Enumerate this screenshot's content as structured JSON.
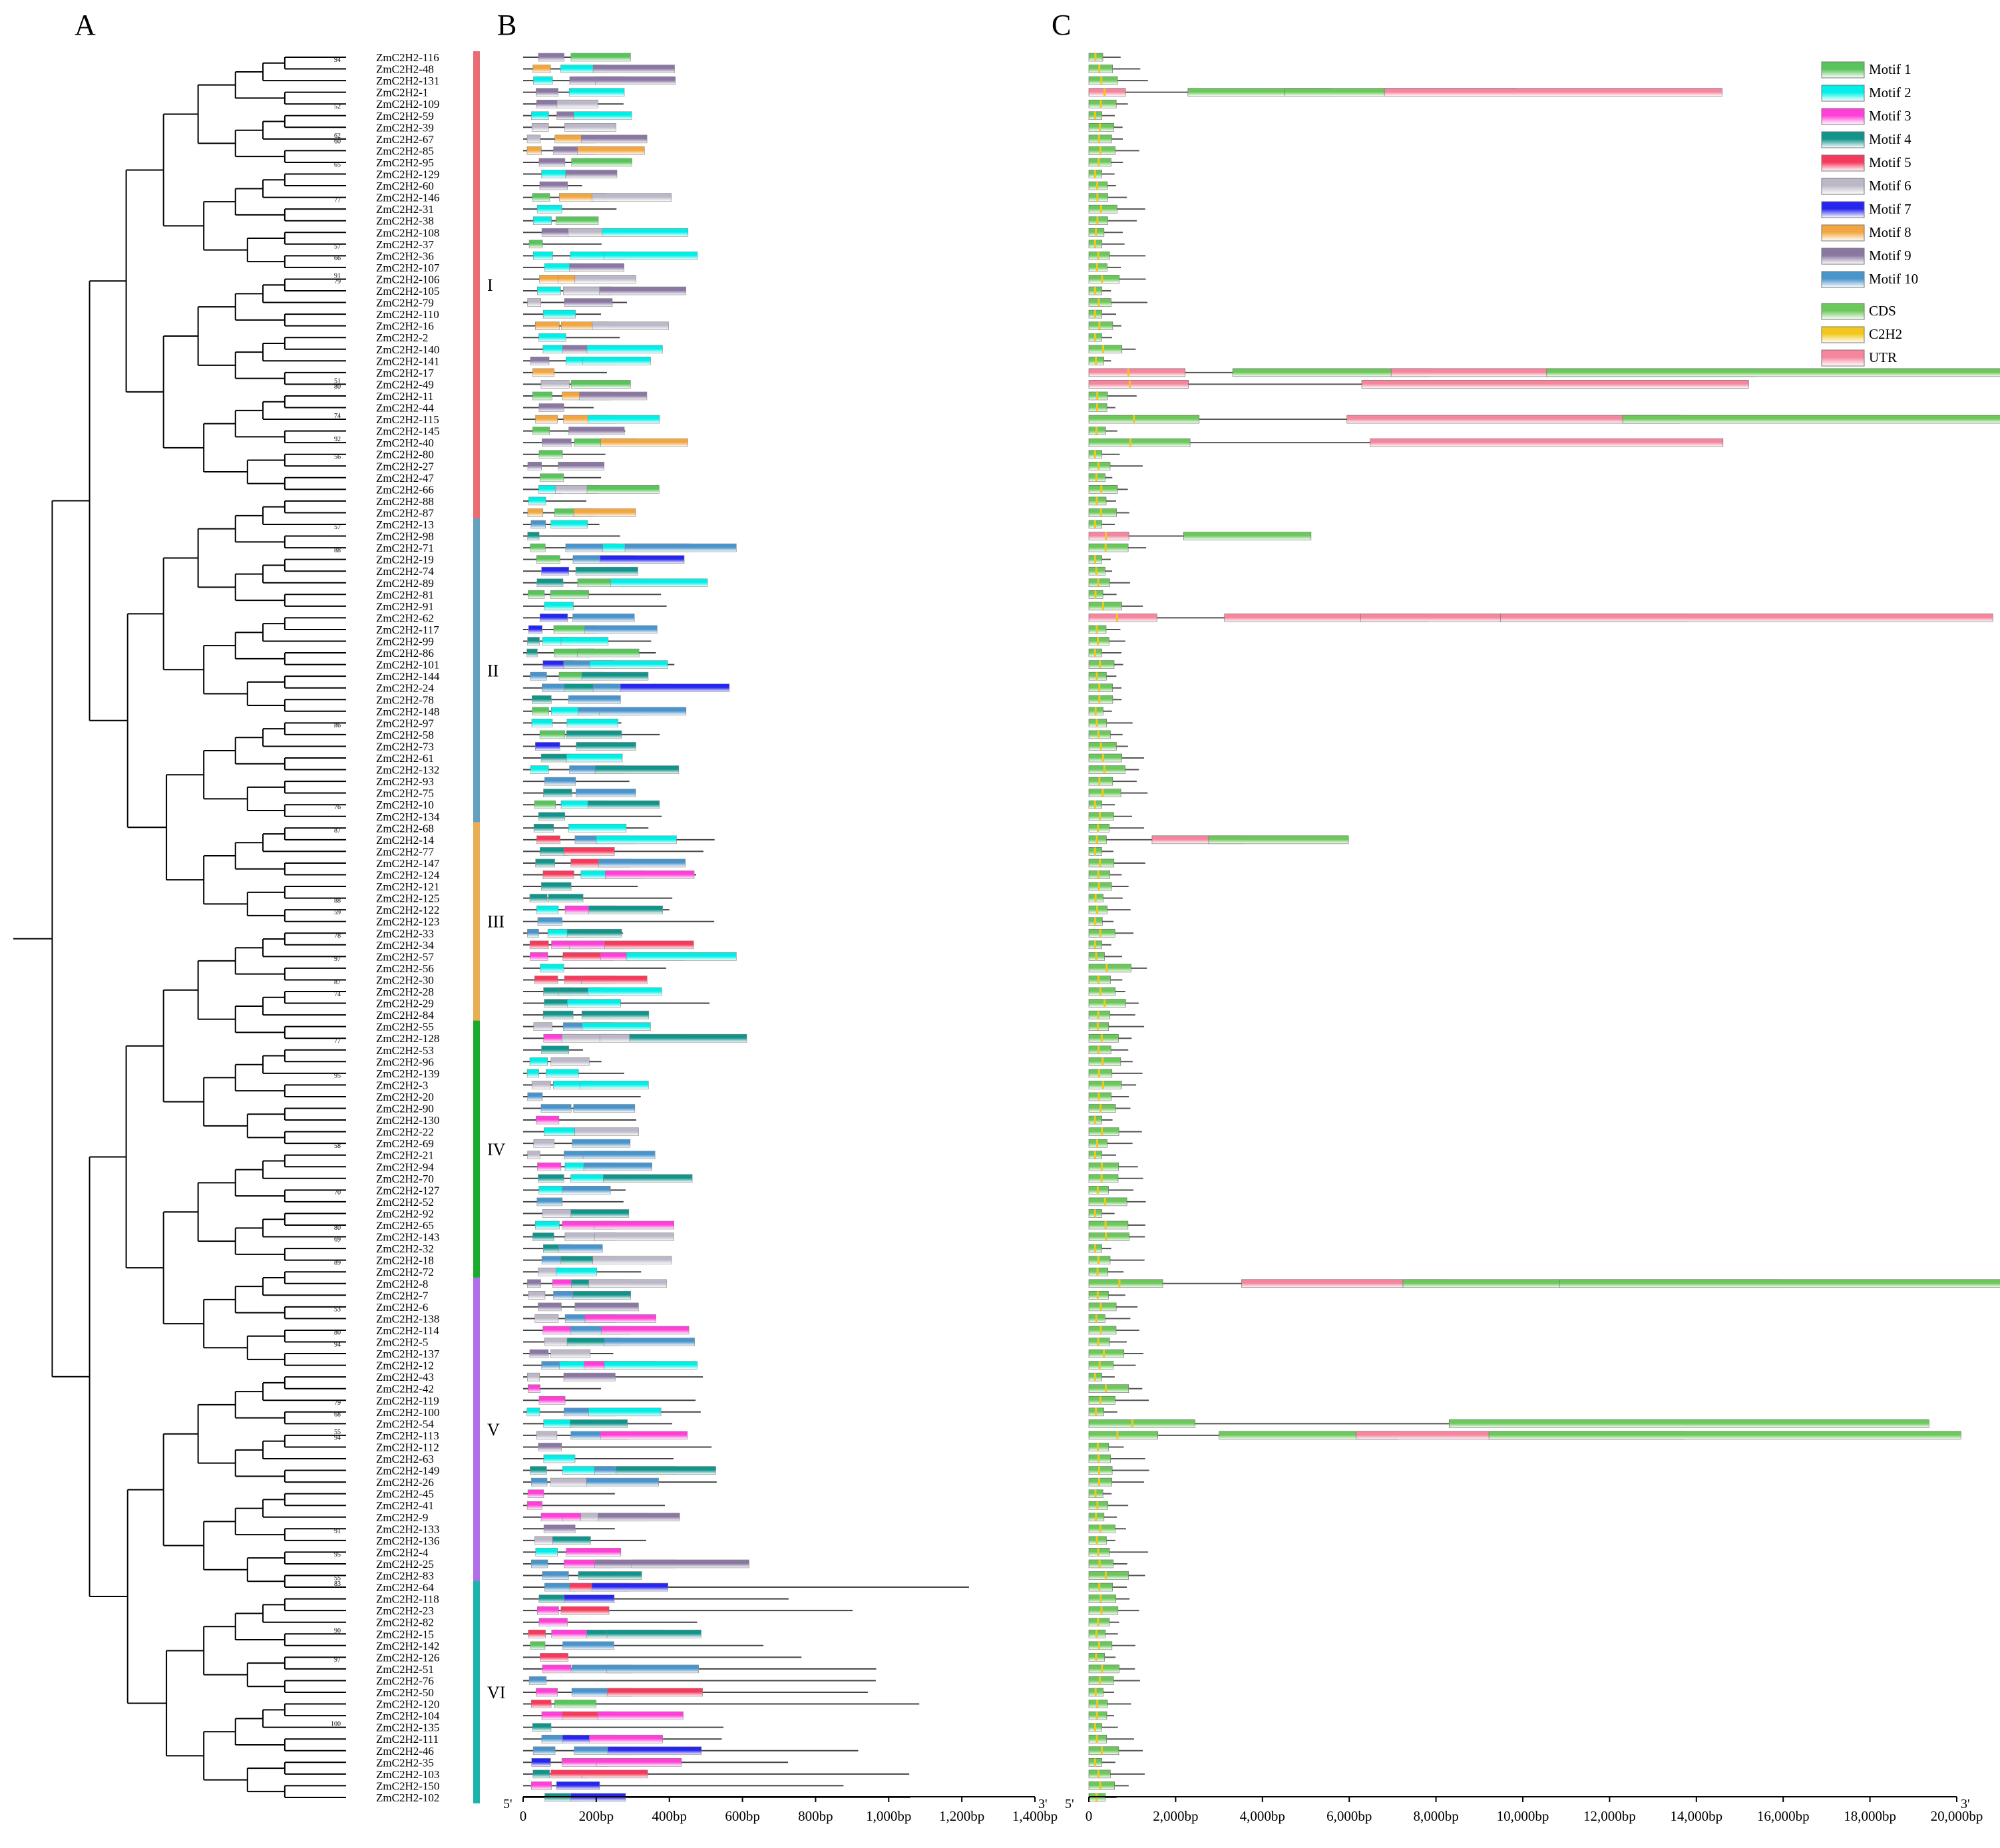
{
  "panels": [
    "A",
    "B",
    "C"
  ],
  "genes": [
    "ZmC2H2-116",
    "ZmC2H2-48",
    "ZmC2H2-131",
    "ZmC2H2-1",
    "ZmC2H2-109",
    "ZmC2H2-59",
    "ZmC2H2-39",
    "ZmC2H2-67",
    "ZmC2H2-85",
    "ZmC2H2-95",
    "ZmC2H2-129",
    "ZmC2H2-60",
    "ZmC2H2-146",
    "ZmC2H2-31",
    "ZmC2H2-38",
    "ZmC2H2-108",
    "ZmC2H2-37",
    "ZmC2H2-36",
    "ZmC2H2-107",
    "ZmC2H2-106",
    "ZmC2H2-105",
    "ZmC2H2-79",
    "ZmC2H2-110",
    "ZmC2H2-16",
    "ZmC2H2-2",
    "ZmC2H2-140",
    "ZmC2H2-141",
    "ZmC2H2-17",
    "ZmC2H2-49",
    "ZmC2H2-11",
    "ZmC2H2-44",
    "ZmC2H2-115",
    "ZmC2H2-145",
    "ZmC2H2-40",
    "ZmC2H2-80",
    "ZmC2H2-27",
    "ZmC2H2-47",
    "ZmC2H2-66",
    "ZmC2H2-88",
    "ZmC2H2-87",
    "ZmC2H2-13",
    "ZmC2H2-98",
    "ZmC2H2-71",
    "ZmC2H2-19",
    "ZmC2H2-74",
    "ZmC2H2-89",
    "ZmC2H2-81",
    "ZmC2H2-91",
    "ZmC2H2-62",
    "ZmC2H2-117",
    "ZmC2H2-99",
    "ZmC2H2-86",
    "ZmC2H2-101",
    "ZmC2H2-144",
    "ZmC2H2-24",
    "ZmC2H2-78",
    "ZmC2H2-148",
    "ZmC2H2-97",
    "ZmC2H2-58",
    "ZmC2H2-73",
    "ZmC2H2-61",
    "ZmC2H2-132",
    "ZmC2H2-93",
    "ZmC2H2-75",
    "ZmC2H2-10",
    "ZmC2H2-134",
    "ZmC2H2-68",
    "ZmC2H2-14",
    "ZmC2H2-77",
    "ZmC2H2-147",
    "ZmC2H2-124",
    "ZmC2H2-121",
    "ZmC2H2-125",
    "ZmC2H2-122",
    "ZmC2H2-123",
    "ZmC2H2-33",
    "ZmC2H2-34",
    "ZmC2H2-57",
    "ZmC2H2-56",
    "ZmC2H2-30",
    "ZmC2H2-28",
    "ZmC2H2-29",
    "ZmC2H2-84",
    "ZmC2H2-55",
    "ZmC2H2-128",
    "ZmC2H2-53",
    "ZmC2H2-96",
    "ZmC2H2-139",
    "ZmC2H2-3",
    "ZmC2H2-20",
    "ZmC2H2-90",
    "ZmC2H2-130",
    "ZmC2H2-22",
    "ZmC2H2-69",
    "ZmC2H2-21",
    "ZmC2H2-94",
    "ZmC2H2-70",
    "ZmC2H2-127",
    "ZmC2H2-52",
    "ZmC2H2-92",
    "ZmC2H2-65",
    "ZmC2H2-143",
    "ZmC2H2-32",
    "ZmC2H2-18",
    "ZmC2H2-72",
    "ZmC2H2-8",
    "ZmC2H2-7",
    "ZmC2H2-6",
    "ZmC2H2-138",
    "ZmC2H2-114",
    "ZmC2H2-5",
    "ZmC2H2-137",
    "ZmC2H2-12",
    "ZmC2H2-43",
    "ZmC2H2-42",
    "ZmC2H2-119",
    "ZmC2H2-100",
    "ZmC2H2-54",
    "ZmC2H2-113",
    "ZmC2H2-112",
    "ZmC2H2-63",
    "ZmC2H2-149",
    "ZmC2H2-26",
    "ZmC2H2-45",
    "ZmC2H2-41",
    "ZmC2H2-9",
    "ZmC2H2-133",
    "ZmC2H2-136",
    "ZmC2H2-4",
    "ZmC2H2-25",
    "ZmC2H2-83",
    "ZmC2H2-64",
    "ZmC2H2-118",
    "ZmC2H2-23",
    "ZmC2H2-82",
    "ZmC2H2-15",
    "ZmC2H2-142",
    "ZmC2H2-126",
    "ZmC2H2-51",
    "ZmC2H2-76",
    "ZmC2H2-50",
    "ZmC2H2-120",
    "ZmC2H2-104",
    "ZmC2H2-135",
    "ZmC2H2-111",
    "ZmC2H2-46",
    "ZmC2H2-35",
    "ZmC2H2-103",
    "ZmC2H2-150",
    "ZmC2H2-102"
  ],
  "bootstraps": [
    {
      "value": "94",
      "row": 0.5
    },
    {
      "value": "52",
      "row": 4.5
    },
    {
      "value": "62",
      "row": 7
    },
    {
      "value": "60",
      "row": 7.5
    },
    {
      "value": "65",
      "row": 9.5
    },
    {
      "value": "77",
      "row": 12.5
    },
    {
      "value": "57",
      "row": 16.5
    },
    {
      "value": "66",
      "row": 17.5
    },
    {
      "value": "91",
      "row": 19
    },
    {
      "value": "79",
      "row": 19.5
    },
    {
      "value": "51",
      "row": 28
    },
    {
      "value": "80",
      "row": 28.5
    },
    {
      "value": "74",
      "row": 31
    },
    {
      "value": "92",
      "row": 33
    },
    {
      "value": "56",
      "row": 34.5
    },
    {
      "value": "57",
      "row": 40.5
    },
    {
      "value": "88",
      "row": 42.5
    },
    {
      "value": "86",
      "row": 57.5
    },
    {
      "value": "76",
      "row": 64.5
    },
    {
      "value": "87",
      "row": 66.5
    },
    {
      "value": "88",
      "row": 72.5
    },
    {
      "value": "59",
      "row": 73.5
    },
    {
      "value": "78",
      "row": 75.5
    },
    {
      "value": "97",
      "row": 77.5
    },
    {
      "value": "87",
      "row": 79.5
    },
    {
      "value": "74",
      "row": 80.5
    },
    {
      "value": "77",
      "row": 84.5
    },
    {
      "value": "95",
      "row": 87.5
    },
    {
      "value": "58",
      "row": 93.5
    },
    {
      "value": "70",
      "row": 97.5
    },
    {
      "value": "80",
      "row": 100.5
    },
    {
      "value": "69",
      "row": 101.5
    },
    {
      "value": "89",
      "row": 103.5
    },
    {
      "value": "53",
      "row": 107.5
    },
    {
      "value": "80",
      "row": 109.5
    },
    {
      "value": "94",
      "row": 110.5
    },
    {
      "value": "79",
      "row": 115.5
    },
    {
      "value": "68",
      "row": 116.5
    },
    {
      "value": "55",
      "row": 118
    },
    {
      "value": "94",
      "row": 118.5
    },
    {
      "value": "91",
      "row": 126.5
    },
    {
      "value": "95",
      "row": 128.5
    },
    {
      "value": "55",
      "row": 130.5
    },
    {
      "value": "83",
      "row": 131
    },
    {
      "value": "90",
      "row": 135
    },
    {
      "value": "97",
      "row": 137.5
    },
    {
      "value": "100",
      "row": 143
    }
  ],
  "groups": [
    {
      "label": "I",
      "start": 0,
      "end": 39,
      "color": "#e96c74"
    },
    {
      "label": "II",
      "start": 40,
      "end": 65,
      "color": "#63a1bf"
    },
    {
      "label": "III",
      "start": 66,
      "end": 82,
      "color": "#e7ae56"
    },
    {
      "label": "IV",
      "start": 83,
      "end": 104,
      "color": "#1aab2c"
    },
    {
      "label": "V",
      "start": 105,
      "end": 130,
      "color": "#b06ee7"
    },
    {
      "label": "VI",
      "start": 131,
      "end": 149,
      "color": "#1db3ad"
    }
  ],
  "motif_axis": {
    "labels": [
      "0",
      "200bp",
      "400bp",
      "600bp",
      "800bp",
      "1,000bp",
      "1,200bp",
      "1,400bp"
    ],
    "max": 1400,
    "end_left": "5'",
    "end_right": "3'"
  },
  "gene_axis": {
    "labels": [
      "0",
      "2,000bp",
      "4,000bp",
      "6,000bp",
      "8,000bp",
      "10,000bp",
      "12,000bp",
      "14,000bp",
      "16,000bp",
      "18,000bp",
      "20,000bp"
    ],
    "max": 20000,
    "end_left": "5'",
    "end_right": "3'"
  },
  "motif_legend": [
    {
      "label": "Motif 1",
      "color": "#58c45a"
    },
    {
      "label": "Motif 2",
      "color": "#00f0e8"
    },
    {
      "label": "Motif 3",
      "color": "#ff40d8"
    },
    {
      "label": "Motif 4",
      "color": "#12948a"
    },
    {
      "label": "Motif 5",
      "color": "#f53a5c"
    },
    {
      "label": "Motif 6",
      "color": "#bcb8c8"
    },
    {
      "label": "Motif 7",
      "color": "#2626ee"
    },
    {
      "label": "Motif 8",
      "color": "#f2a640"
    },
    {
      "label": "Motif 9",
      "color": "#8a78a2"
    },
    {
      "label": "Motif 10",
      "color": "#4a94cc"
    }
  ],
  "structure_legend": [
    {
      "label": "CDS",
      "color": "#6cc85a"
    },
    {
      "label": "C2H2",
      "color": "#f2c81e"
    },
    {
      "label": "UTR",
      "color": "#f5869e"
    }
  ],
  "colors": {
    "line": "#000000",
    "protein_line": "#444444",
    "gene_line": "#555555"
  }
}
